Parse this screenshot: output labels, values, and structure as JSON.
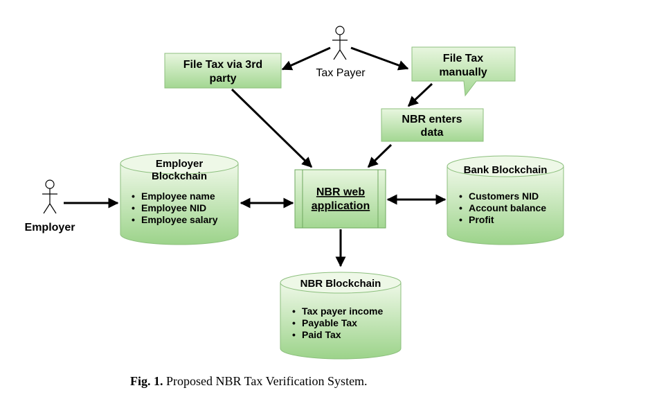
{
  "diagram": {
    "actors": {
      "tax_payer": "Tax Payer",
      "employer": "Employer"
    },
    "process_boxes": {
      "file_3rd_party": [
        "File Tax via 3rd",
        "party"
      ],
      "file_manually": [
        "File Tax",
        "manually"
      ],
      "nbr_enters": [
        "NBR enters",
        "data"
      ],
      "web_app": [
        "NBR web",
        "application"
      ]
    },
    "databases": {
      "employer_bc": {
        "title": [
          "Employer",
          "Blockchain"
        ],
        "items": [
          "Employee name",
          "Employee NID",
          "Employee salary"
        ]
      },
      "bank_bc": {
        "title": [
          "Bank Blockchain"
        ],
        "items": [
          "Customers NID",
          "Account balance",
          "Profit"
        ]
      },
      "nbr_bc": {
        "title": [
          "NBR Blockchain"
        ],
        "items": [
          "Tax payer income",
          "Payable Tax",
          "Paid Tax"
        ]
      }
    },
    "caption": {
      "prefix": "Fig. 1.",
      "text": " Proposed NBR Tax Verification System."
    },
    "colors": {
      "green_top": "#e6f5dc",
      "green_bottom": "#9fd58e",
      "green_stroke": "#8cbf7d"
    }
  }
}
